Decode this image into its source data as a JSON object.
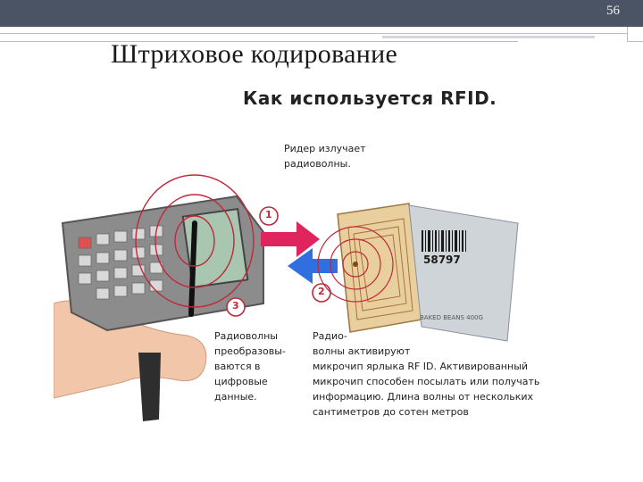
{
  "slide": {
    "number": "56",
    "title": "Штриховое кодирование"
  },
  "figure": {
    "title": "Как используется RFID.",
    "reader_caption": [
      "Ридер излучает",
      "радиоволны."
    ],
    "step1": "1",
    "step2": "2",
    "step3": "3",
    "left_caption": [
      "Радиоволны",
      "преобразовы-",
      "ваются в",
      "цифровые",
      "данные."
    ],
    "right_caption": [
      "Радио-",
      "волны активируют",
      "микрочип ярлыка RF ID. Активированный",
      "микрочип способен посылать или получать",
      "информацию. Длина волны от нескольких",
      "сантиметров до сотен метров"
    ],
    "tag_code": "58797",
    "tag_label": "BAKED BEANS 400G"
  },
  "colors": {
    "topbar": "#4a5464",
    "arrow_red": "#e0245e",
    "arrow_blue": "#2f6fe0",
    "wave": "#c0283a"
  }
}
